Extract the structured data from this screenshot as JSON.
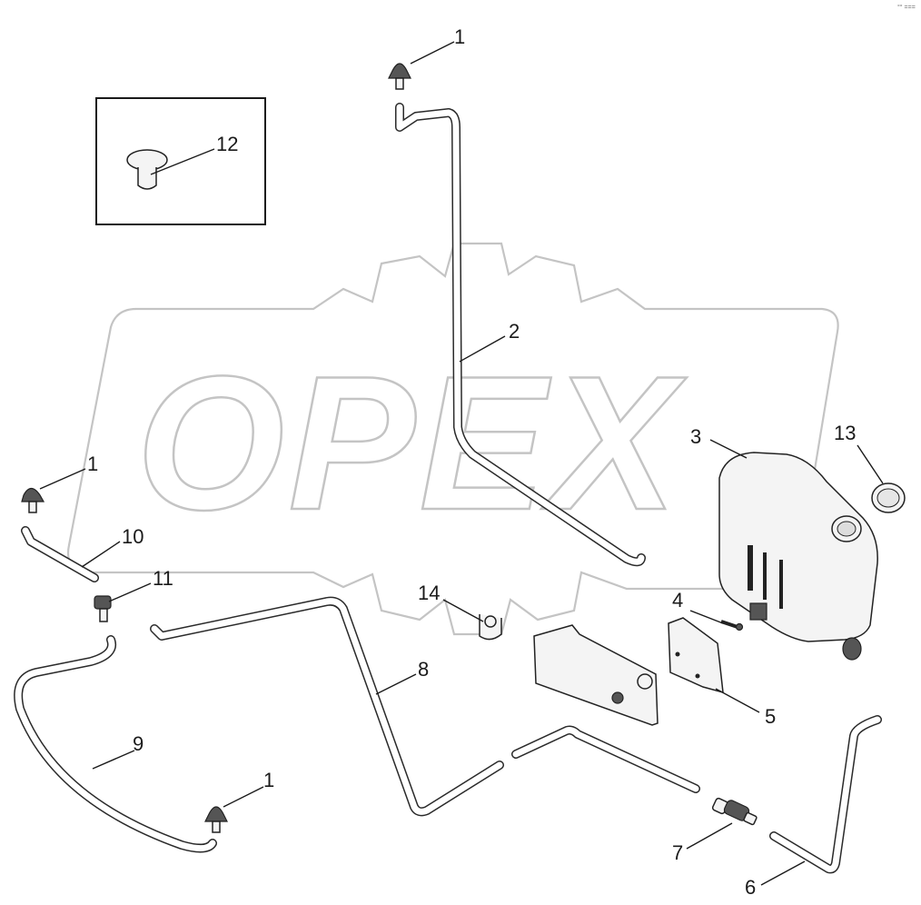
{
  "watermark": {
    "text": "OPEX"
  },
  "corner_mark": "°° ===",
  "callouts": {
    "c1_top": "1",
    "c1_left": "1",
    "c1_bottom": "1",
    "c2": "2",
    "c3": "3",
    "c4": "4",
    "c5": "5",
    "c6": "6",
    "c7": "7",
    "c8": "8",
    "c9": "9",
    "c10": "10",
    "c11": "11",
    "c12": "12",
    "c13": "13",
    "c14": "14"
  },
  "colors": {
    "line": "#1a1a1a",
    "watermark_outline": "#c4c4c4",
    "background": "#ffffff"
  }
}
